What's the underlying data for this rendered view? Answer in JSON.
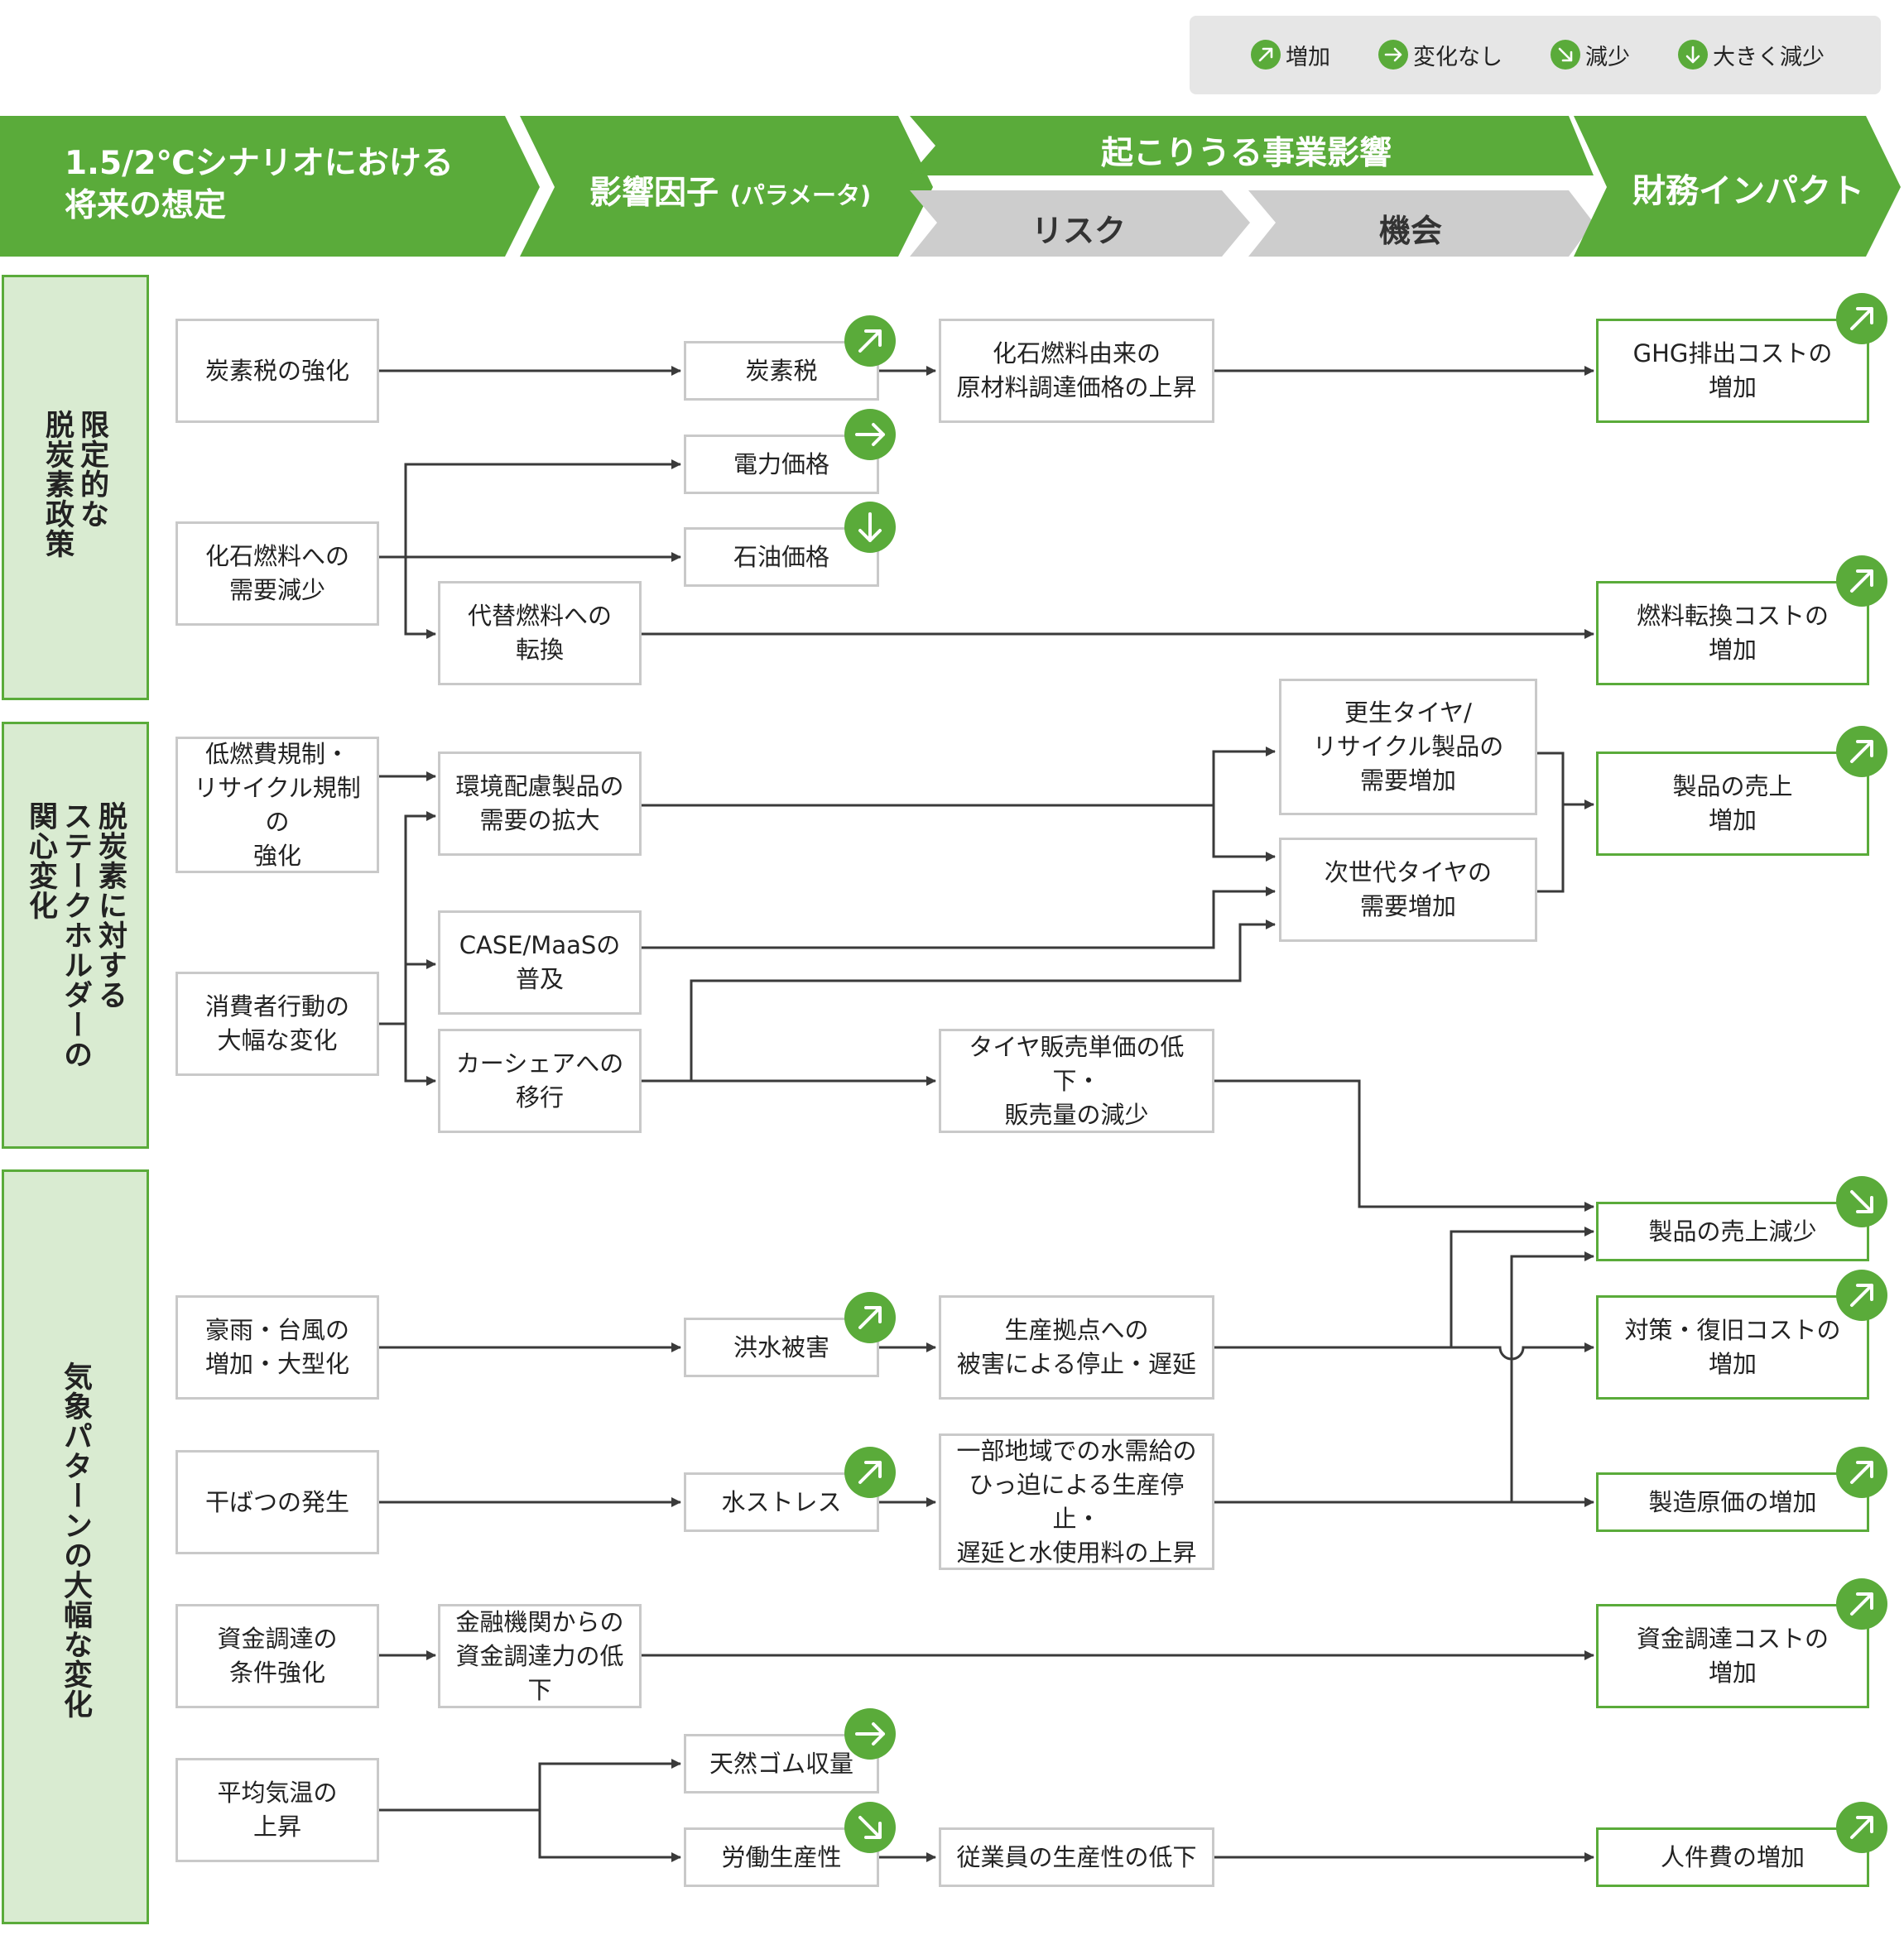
{
  "colors": {
    "green": "#5aab3a",
    "light_green": "#d9ebd1",
    "gray_band": "#cdcdcd",
    "legend_bg": "#e6e6e6",
    "line": "#3a3a3a",
    "node_border": "#c9c9c9"
  },
  "legend": [
    {
      "icon": "arrow-up-right-icon",
      "label": "増加"
    },
    {
      "icon": "arrow-right-icon",
      "label": "変化なし"
    },
    {
      "icon": "arrow-down-right-icon",
      "label": "減少"
    },
    {
      "icon": "arrow-down-icon",
      "label": "大きく減少"
    }
  ],
  "header": {
    "col1": "1.5/2℃シナリオにおける\n将来の想定",
    "col2_main": "影響因子",
    "col2_sub": "(パラメータ)",
    "col3": "起こりうる事業影響",
    "col3_risk": "リスク",
    "col3_opp": "機会",
    "col4": "財務インパクト"
  },
  "sections": [
    {
      "label": "限定的な\n脱炭素政策"
    },
    {
      "label": "脱炭素に対する\nステークホルダーの\n関心変化"
    },
    {
      "label": "気象パターンの大幅な変化"
    }
  ],
  "nodes": {
    "a1": "炭素税の強化",
    "a2": "化石燃料への\n需要減少",
    "a3": "低燃費規制・\nリサイクル規制の\n強化",
    "a4": "消費者行動の\n大幅な変化",
    "a5": "豪雨・台風の\n増加・大型化",
    "a6": "干ばつの発生",
    "a7": "資金調達の\n条件強化",
    "a8": "平均気温の\n上昇",
    "f1": "炭素税",
    "f2": "電力価格",
    "f3": "石油価格",
    "f4": "代替燃料への\n転換",
    "f5": "環境配慮製品の\n需要の拡大",
    "f6": "CASE/MaaSの\n普及",
    "f7": "カーシェアへの\n移行",
    "f8": "洪水被害",
    "f9": "水ストレス",
    "f10": "金融機関からの\n資金調達力の低下",
    "f11": "天然ゴム収量",
    "f12": "労働生産性",
    "r1": "化石燃料由来の\n原材料調達価格の上昇",
    "r2": "タイヤ販売単価の低下・\n販売量の減少",
    "r3": "生産拠点への\n被害による停止・遅延",
    "r4": "一部地域での水需給の\nひっ迫による生産停止・\n遅延と水使用料の上昇",
    "r5": "従業員の生産性の低下",
    "o1": "更生タイヤ/\nリサイクル製品の\n需要増加",
    "o2": "次世代タイヤの\n需要増加",
    "i1": "GHG排出コストの\n増加",
    "i2": "燃料転換コストの\n増加",
    "i3": "製品の売上\n増加",
    "i4": "製品の売上減少",
    "i5": "対策・復旧コストの\n増加",
    "i6": "製造原価の増加",
    "i7": "資金調達コストの\n増加",
    "i8": "人件費の増加"
  },
  "trends": {
    "f1": "up",
    "f2": "flat",
    "f3": "down-strong",
    "f8": "up",
    "f9": "up",
    "f11": "flat",
    "f12": "down",
    "i1": "up",
    "i2": "up",
    "i3": "up",
    "i4": "down",
    "i5": "up",
    "i6": "up",
    "i7": "up",
    "i8": "up"
  }
}
